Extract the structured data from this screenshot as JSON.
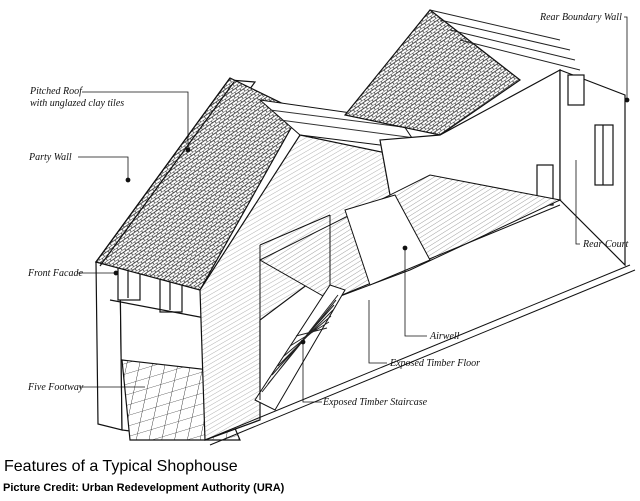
{
  "diagram": {
    "title": "Features of a Typical Shophouse",
    "credit": "Picture Credit: Urban Redevelopment Authority (URA)",
    "labels": {
      "pitched_roof_line1": "Pitched Roof",
      "pitched_roof_line2": "with unglazed clay tiles",
      "party_wall": "Party Wall",
      "front_facade": "Front Facade",
      "five_footway": "Five Footway",
      "rear_boundary_wall": "Rear Boundary Wall",
      "rear_court": "Rear Court",
      "airwell": "Airwell",
      "exposed_timber_floor": "Exposed Timber Floor",
      "exposed_timber_staircase": "Exposed Timber Staircase"
    }
  }
}
